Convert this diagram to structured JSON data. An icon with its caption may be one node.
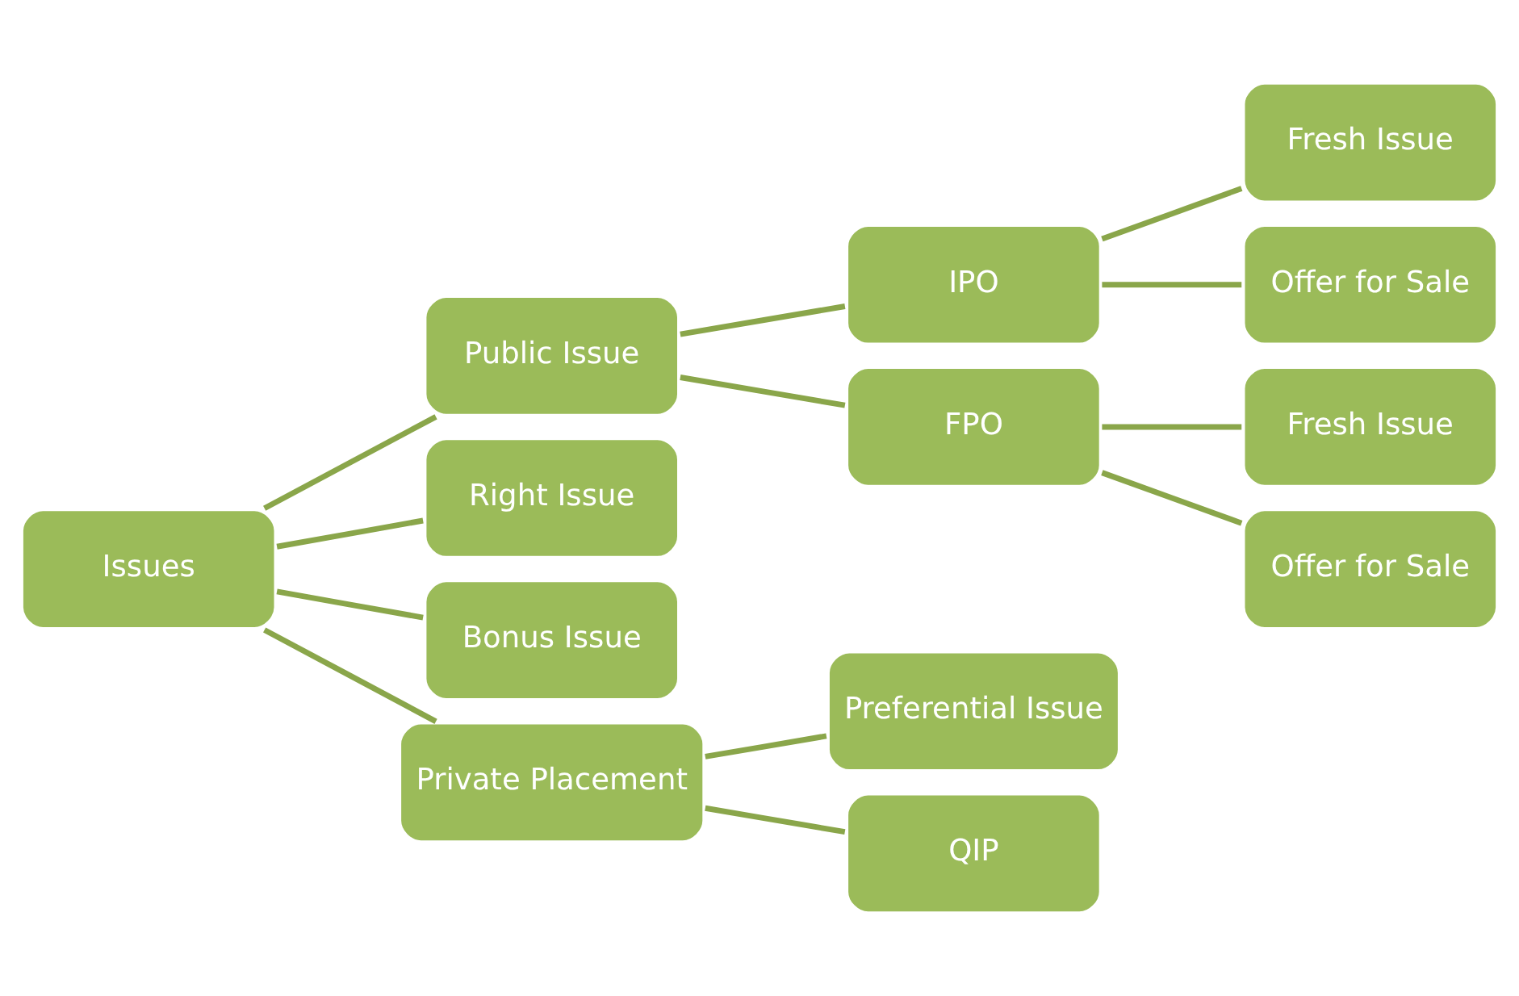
{
  "diagram": {
    "nodes": [
      {
        "text": [
          "Issues"
        ]
      },
      {
        "text": [
          "Public Issue"
        ]
      },
      {
        "text": [
          "Right Issue"
        ]
      },
      {
        "text": [
          "Bonus Issue"
        ]
      },
      {
        "text": [
          "Private Placement"
        ]
      },
      {
        "text": [
          "IPO"
        ]
      },
      {
        "text": [
          "FPO"
        ]
      },
      {
        "text": [
          "Fresh Issue"
        ]
      },
      {
        "text": [
          "Offer for Sale"
        ]
      },
      {
        "text": [
          "Fresh Issue"
        ]
      },
      {
        "text": [
          "Offer for Sale"
        ]
      },
      {
        "text": [
          "Preferential Issue"
        ]
      },
      {
        "text": [
          "QIP"
        ]
      }
    ],
    "edges": [
      {
        "from": 0,
        "to": 1,
        "arrow": "none"
      },
      {
        "from": 0,
        "to": 2,
        "arrow": "none"
      },
      {
        "from": 0,
        "to": 3,
        "arrow": "none"
      },
      {
        "from": 0,
        "to": 4,
        "arrow": "none"
      },
      {
        "from": 1,
        "to": 5,
        "arrow": "none"
      },
      {
        "from": 1,
        "to": 6,
        "arrow": "none"
      },
      {
        "from": 5,
        "to": 7,
        "arrow": "none"
      },
      {
        "from": 5,
        "to": 8,
        "arrow": "none"
      },
      {
        "from": 6,
        "to": 9,
        "arrow": "none"
      },
      {
        "from": 6,
        "to": 10,
        "arrow": "none"
      },
      {
        "from": 4,
        "to": 11,
        "arrow": "none"
      },
      {
        "from": 4,
        "to": 12,
        "arrow": "none"
      }
    ]
  }
}
